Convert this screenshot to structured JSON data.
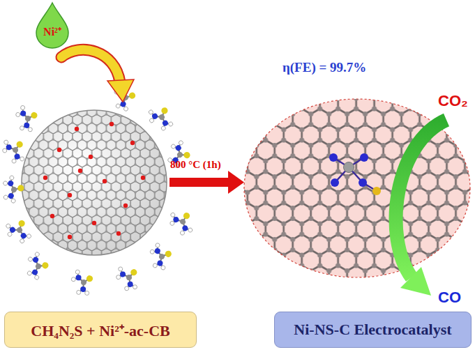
{
  "diagram": {
    "nodes": [
      {
        "text": [
          "Ni²⁺"
        ]
      },
      {
        "text": [
          "CH₄N₂S + Ni²⁺-ac-CB"
        ]
      },
      {
        "text": [
          "Ni-NS-C Electrocatalyst"
        ]
      }
    ],
    "labels": [
      "800 °C (1h)",
      "η(FE) = 99.7%",
      "CO₂",
      "CO"
    ]
  }
}
